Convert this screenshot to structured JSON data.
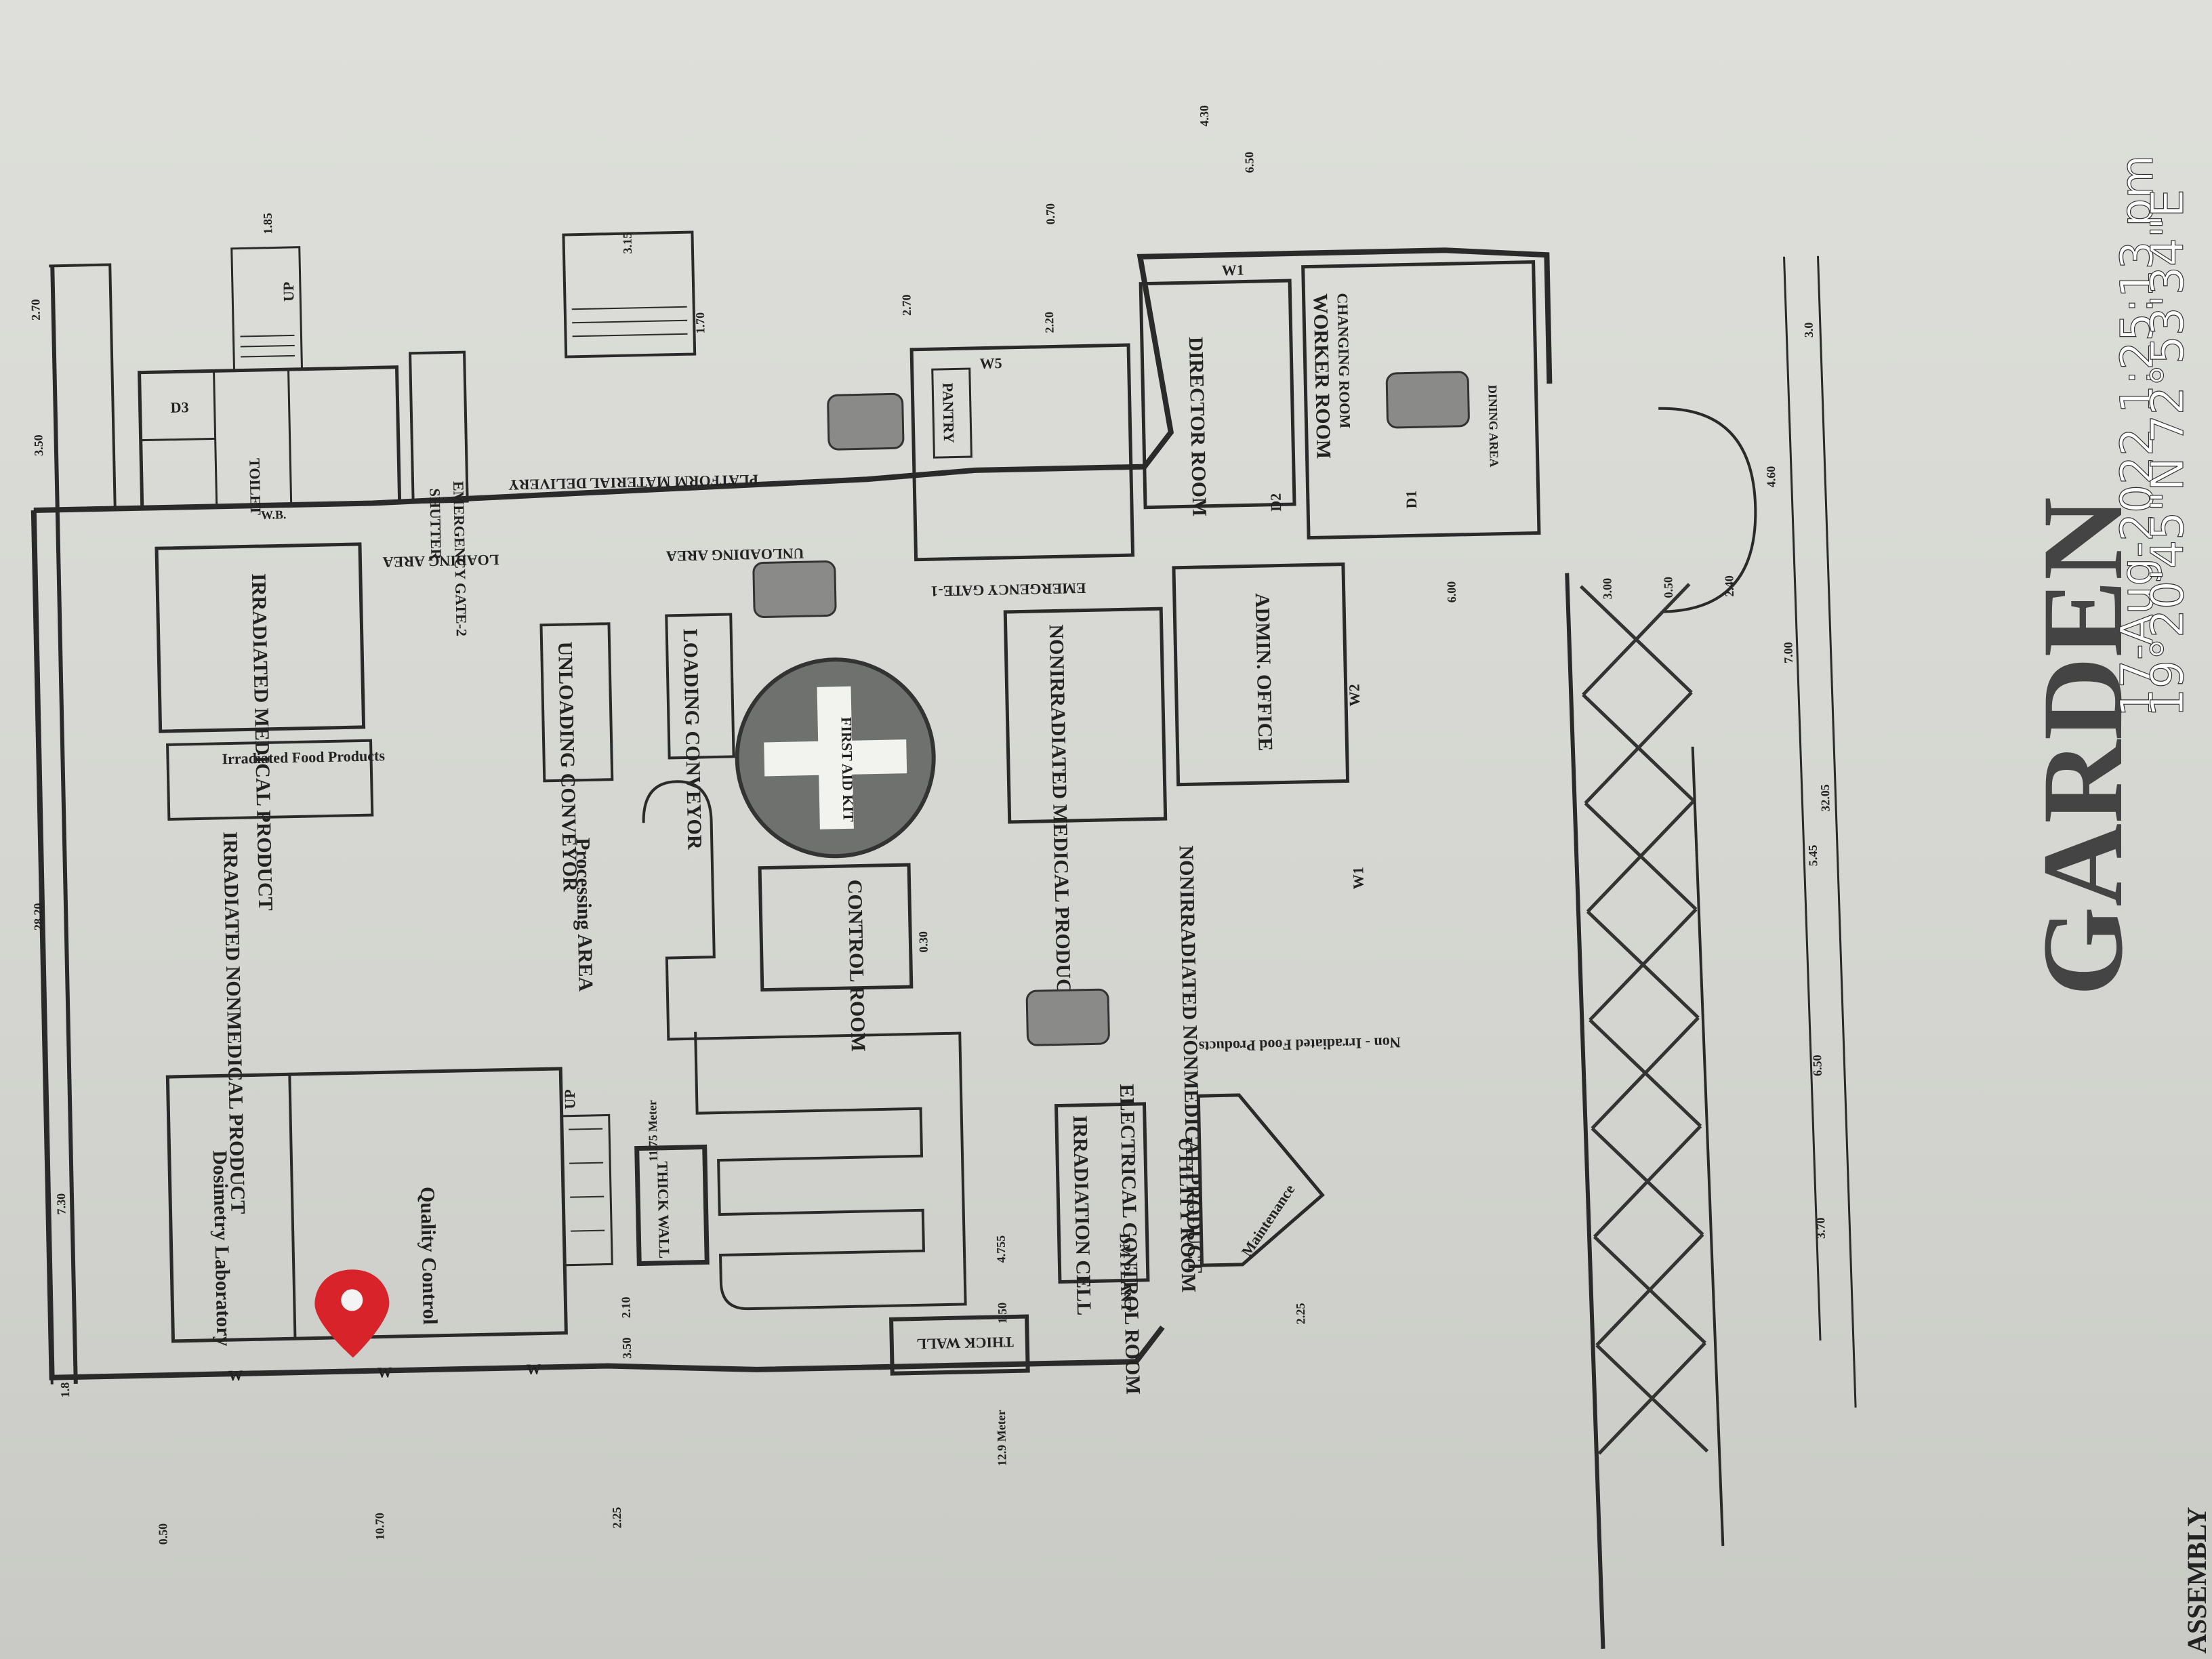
{
  "stamp": {
    "datetime": "17-Aug-2022 1:25:13 pm",
    "coords": "19°20'45\"N 72°53'34\"E"
  },
  "rooms": {
    "irradiated_medical": "IRRADIATED MEDICAL PRODUCT",
    "irradiated_food": "Irradiated Food Products",
    "irradiated_nonmedical": "IRRADIATED NONMEDICAL PRODUCT",
    "dosimetry": "Dosimetry Laboratory",
    "quality": "Quality Control",
    "processing": "Processing AREA",
    "unloading_conveyor": "UNLOADING CONVEYOR",
    "loading_conveyor": "LOADING CONVEYOR",
    "unloading_area": "UNLOADING AREA",
    "loading_area": "LOADING AREA",
    "platform": "PLATFORM MATERIAL DELIVERY",
    "shutter": "SHUTTER",
    "emergency_gate_2": "EMERGENCY GATE-2",
    "emergency_gate_1": "EMERGENCY GATE-1",
    "toilet": "TOILET",
    "pantry": "PANTRY",
    "director": "DIRECTOR ROOM",
    "worker": "WORKER ROOM",
    "changing": "CHANGING ROOM",
    "dining": "DINING AREA",
    "admin": "ADMIN. OFFICE",
    "nonirr_medical": "NONIRRADIATED MEDICAL PRODUCT",
    "nonirr_nonmedical": "NONIRRADIATED NONMEDICAL PRODUCT",
    "nonirr_food": "Non - Irradiated Food Products",
    "control": "CONTROL ROOM",
    "utility": "UTILITY ROOM",
    "maintenance": "Maintenance",
    "electrical": "ELECTRICAL CONTROL ROOM",
    "dm_plant": "DM PLANT",
    "irradiation_cell": "IRRADIATION CELL",
    "thick_wall_1": "THICK WALL",
    "thick_wall_2": "THICK WALL",
    "first_aid": "FIRST AID KIT",
    "garden": "GARDEN",
    "assembly": "ASSEMBLY"
  },
  "dims": {
    "d170": "1.70",
    "d185": "1.85",
    "d315": "3.15",
    "d270a": "2.70",
    "d270b": "2.70",
    "d220": "2.20",
    "d070": "0.70",
    "d430": "4.30",
    "d650a": "6.50",
    "d350": "3.50",
    "d2820": "28.20",
    "d730": "7.30",
    "d18": "1.8",
    "d050": "0.50",
    "d1070": "10.70",
    "d225a": "2.25",
    "d210": "2.10",
    "d350b": "3.50",
    "d1290": "12.9 Meter",
    "d1175": "11.75 Meter",
    "d4755": "4.755",
    "d150": "1.50",
    "d030": "0.30",
    "d600": "6.00",
    "d300": "3.00",
    "d050b": "0.50",
    "d240": "2.40",
    "d700": "7.00",
    "d3205": "32.05",
    "d545": "5.45",
    "d650b": "6.50",
    "d370": "3.70",
    "d30": "3.0",
    "d460": "4.60",
    "d225b": "2.25"
  },
  "marks": {
    "up": "UP",
    "w1": "W1",
    "w2": "W2",
    "w": "W",
    "d1": "D1",
    "d2": "D2",
    "d3": "D3",
    "w5": "W5",
    "wb": "W.B."
  },
  "colors": {
    "paper": "#d8d9d4",
    "ink": "#222222",
    "pin": "#d8232a"
  }
}
